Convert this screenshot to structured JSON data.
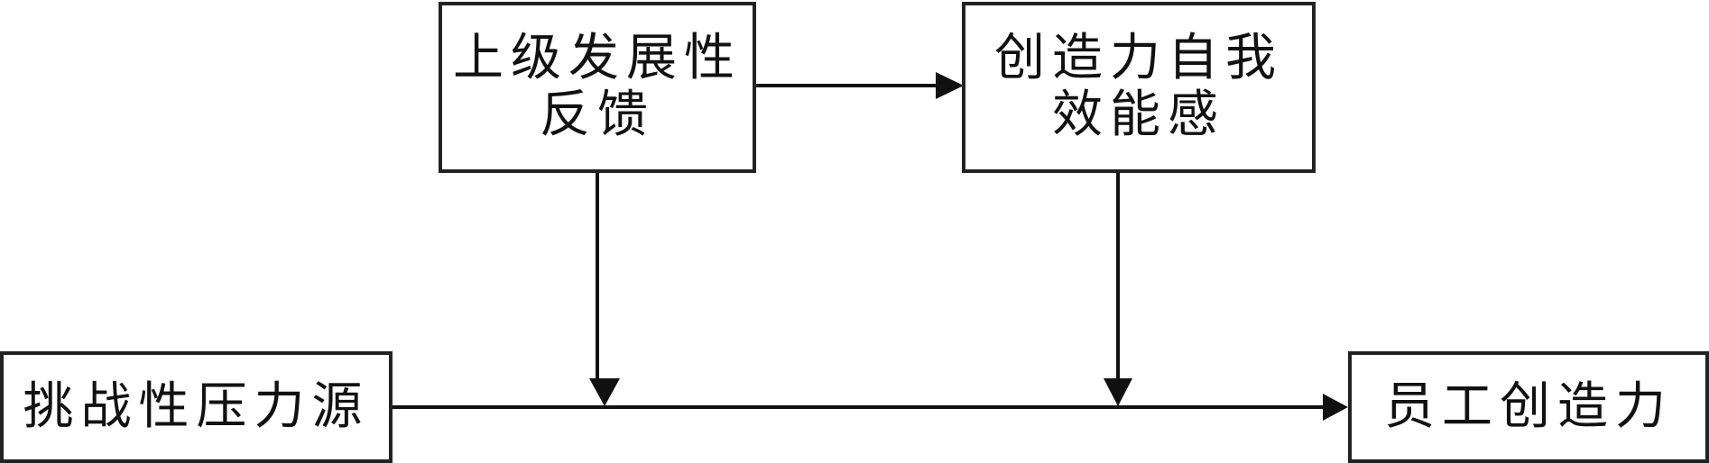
{
  "nodes": {
    "supervisor_feedback": {
      "line1": "上级发展性",
      "line2": "反馈"
    },
    "creative_self_efficacy": {
      "line1": "创造力自我",
      "line2": "效能感"
    },
    "challenge_stressors": {
      "label": "挑战性压力源"
    },
    "employee_creativity": {
      "label": "员工创造力"
    }
  },
  "edges": [
    {
      "from": "supervisor_feedback",
      "to": "creative_self_efficacy",
      "type": "direct"
    },
    {
      "from": "challenge_stressors",
      "to": "employee_creativity",
      "type": "direct"
    },
    {
      "from": "supervisor_feedback",
      "to": "challenge_stressors→employee_creativity",
      "type": "moderation"
    },
    {
      "from": "creative_self_efficacy",
      "to": "challenge_stressors→employee_creativity",
      "type": "moderation"
    }
  ],
  "colors": {
    "line": "#111111",
    "border": "#222222",
    "background": "#ffffff"
  }
}
